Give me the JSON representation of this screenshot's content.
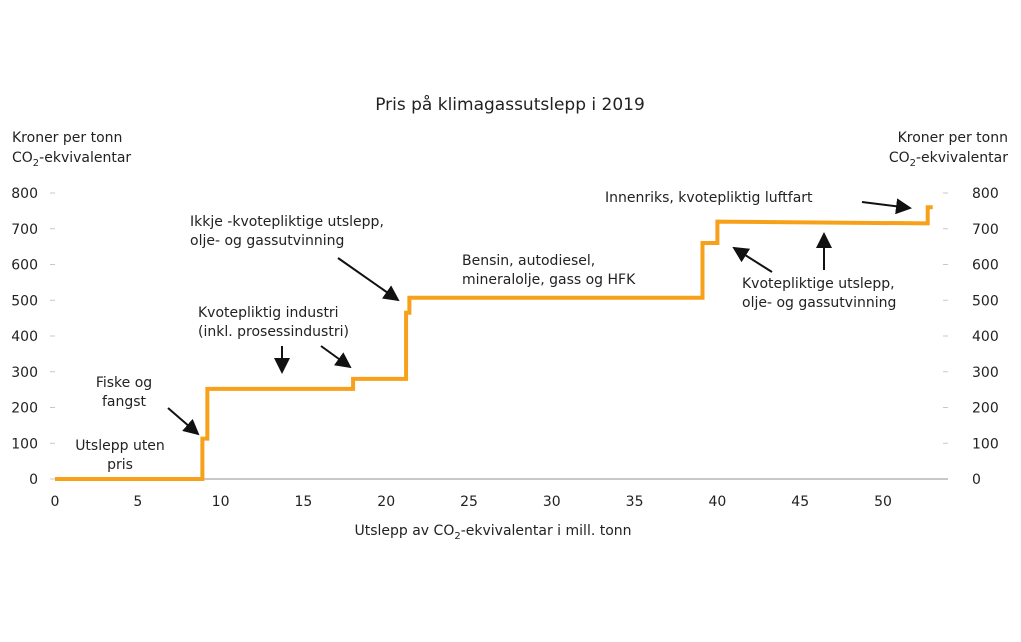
{
  "chart_data": {
    "type": "line",
    "title": "Pris på klimagassutslepp i 2019",
    "ylabel_left": [
      "Kroner per tonn",
      "CO2-ekvivalentar"
    ],
    "ylabel_right": [
      "Kroner per tonn",
      "CO2-ekvivalentar"
    ],
    "xlabel": "Utslepp av CO2-ekvivalentar i mill. tonn",
    "xlim": [
      0,
      54
    ],
    "ylim": [
      0,
      800
    ],
    "xticks": [
      0,
      5,
      10,
      15,
      20,
      25,
      30,
      35,
      40,
      45,
      50
    ],
    "yticks": [
      0,
      100,
      200,
      300,
      400,
      500,
      600,
      700,
      800
    ],
    "color": "#f7a11a",
    "series": [
      {
        "name": "Pris",
        "x": [
          0,
          8.9,
          8.9,
          9.2,
          9.2,
          18.0,
          18.0,
          21.2,
          21.2,
          21.4,
          21.4,
          39.1,
          39.1,
          40.0,
          40.0,
          52.7,
          52.7,
          53.0
        ],
        "y": [
          0,
          0,
          113,
          113,
          252,
          252,
          280,
          280,
          465,
          465,
          507,
          507,
          660,
          660,
          720,
          715,
          760,
          760
        ]
      }
    ],
    "annotations": [
      {
        "lines": [
          "Utslepp uten",
          "pris"
        ]
      },
      {
        "lines": [
          "Fiske og",
          "fangst"
        ]
      },
      {
        "lines": [
          "Kvotepliktig  industri",
          "(inkl. prosessindustri)"
        ]
      },
      {
        "lines": [
          "Ikkje -kvotepliktige utslepp,",
          "olje- og gassutvinning"
        ]
      },
      {
        "lines": [
          "Bensin, autodiesel,",
          "mineralolje,   gass og HFK"
        ]
      },
      {
        "lines": [
          "Innenriks, kvotepliktig luftfart"
        ]
      },
      {
        "lines": [
          "Kvotepliktige utslepp,",
          "olje-  og  gassutvinning"
        ]
      }
    ]
  }
}
